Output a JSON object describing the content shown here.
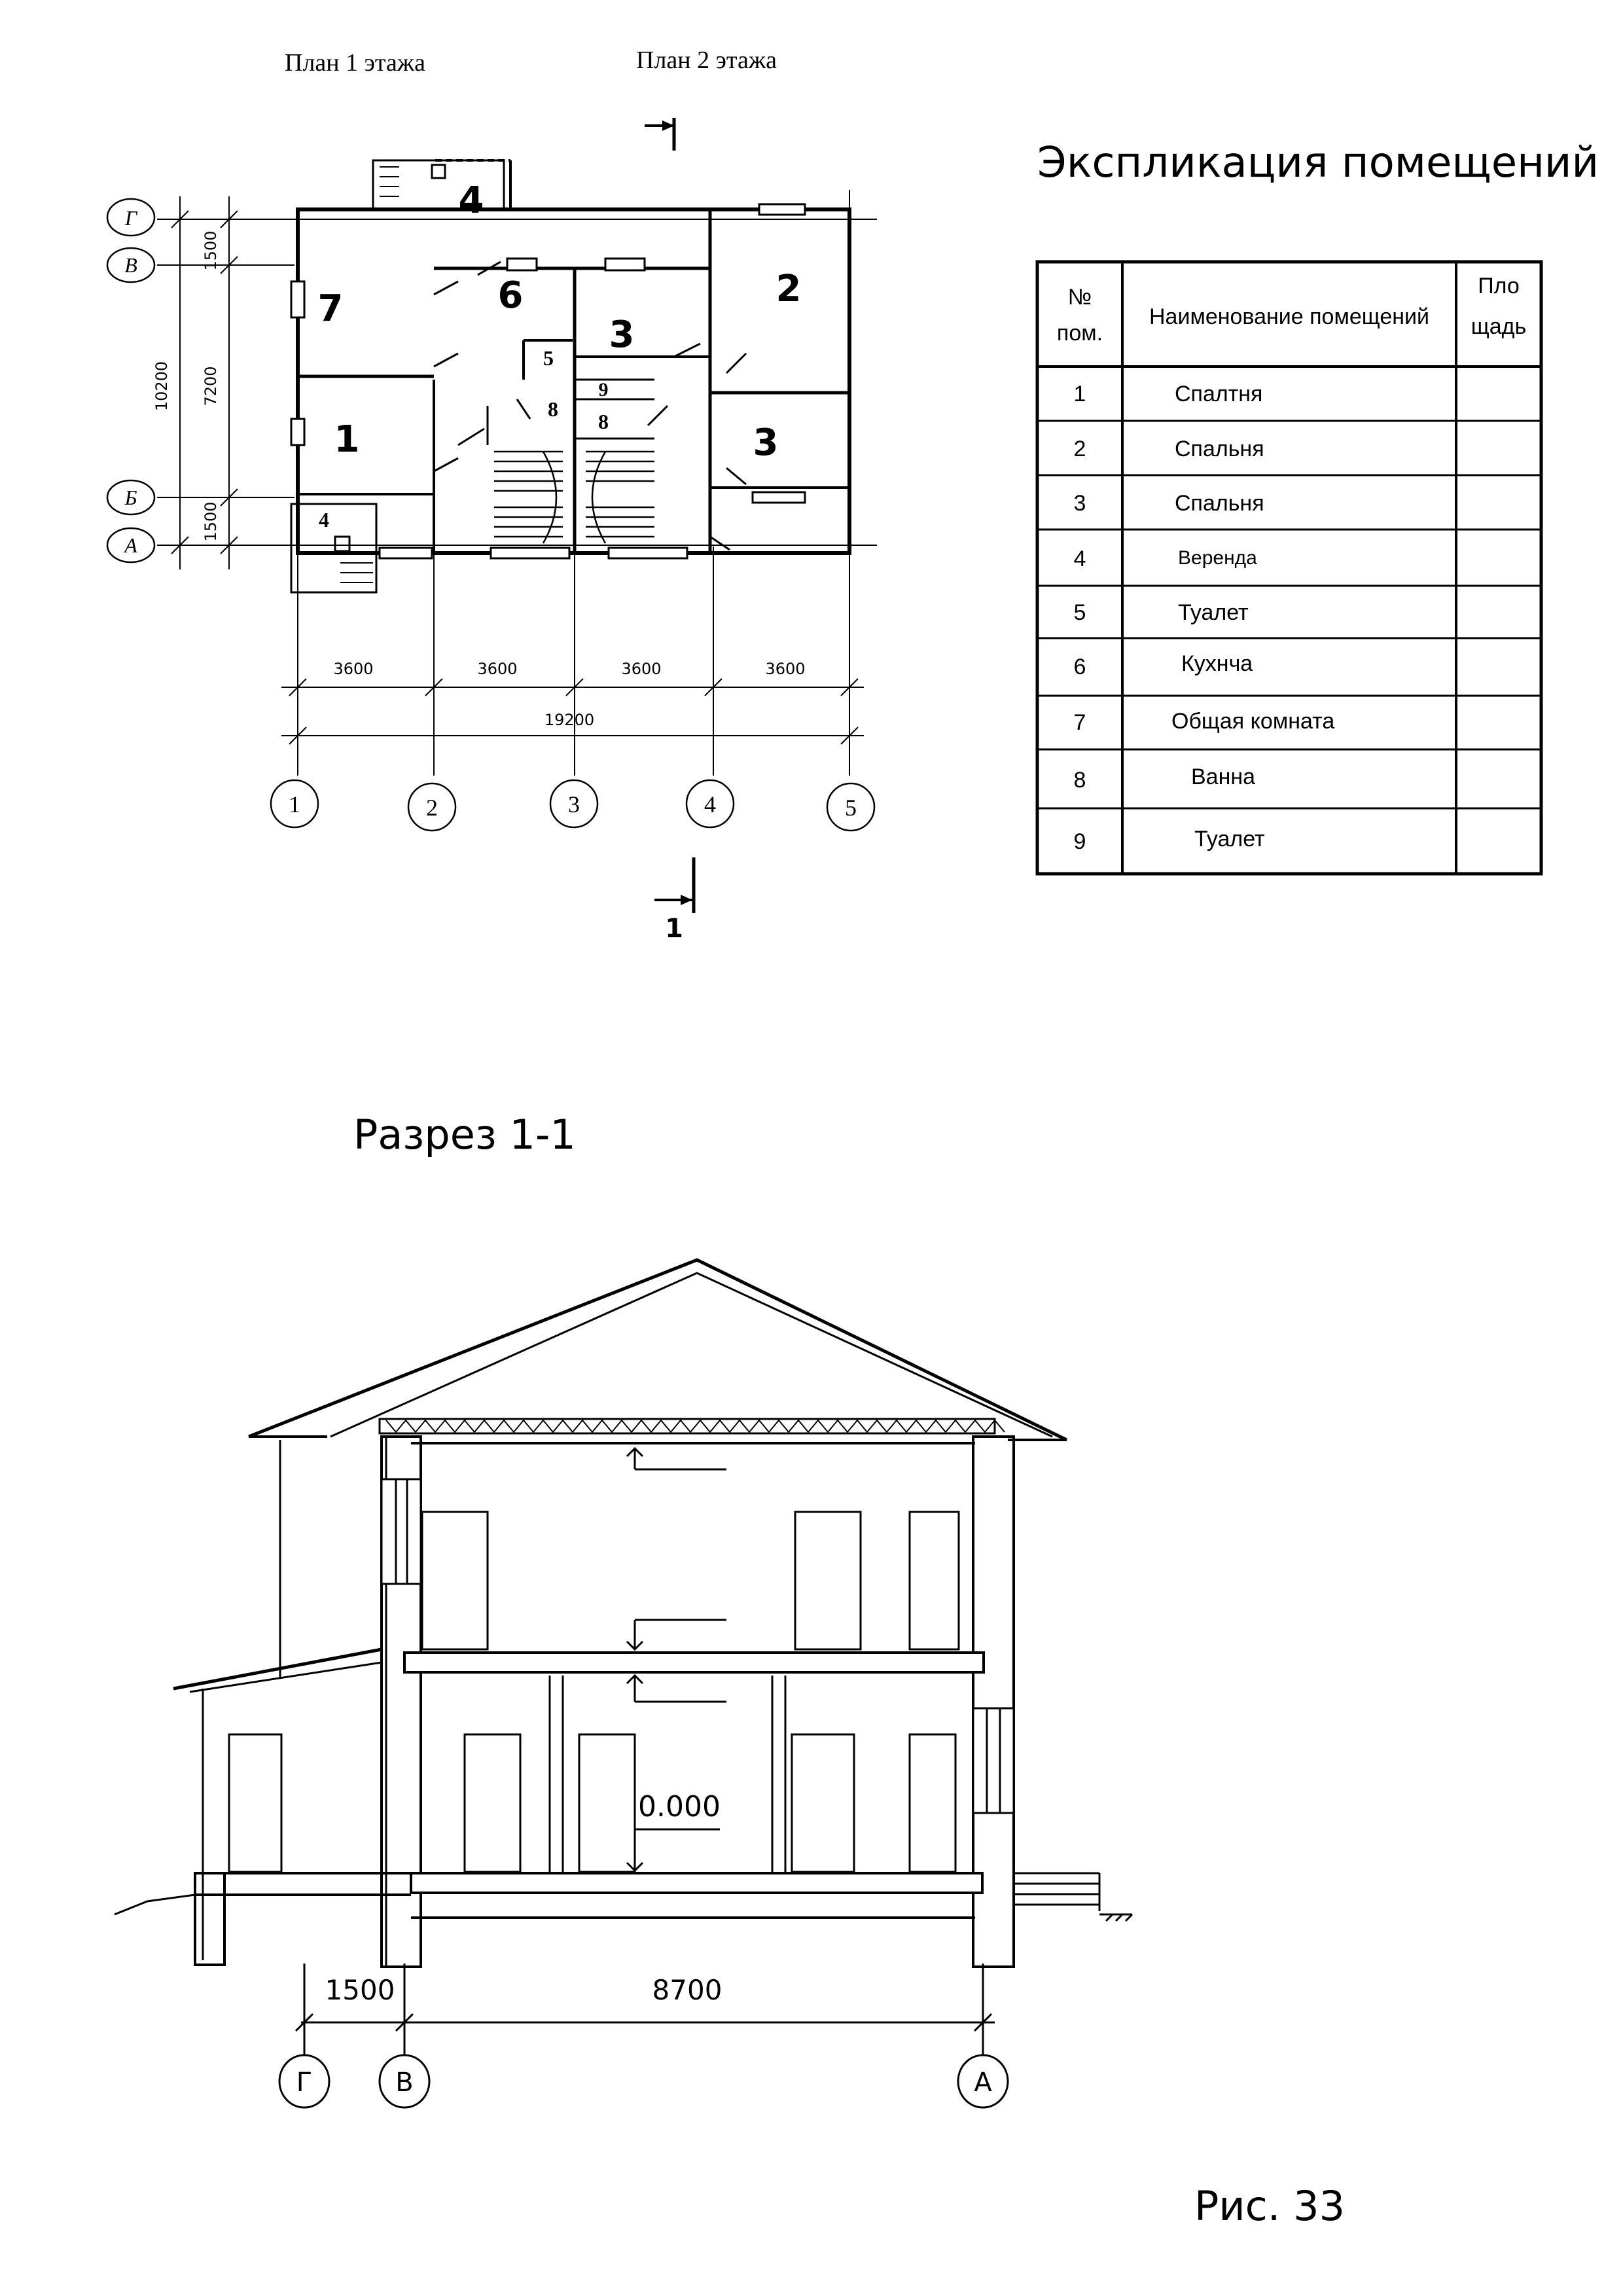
{
  "plan": {
    "floor1_label": "План 1 этажа",
    "floor2_label": "План 2 этажа",
    "axes_letters": [
      "Г",
      "В",
      "Б",
      "А"
    ],
    "axes_numbers": [
      "1",
      "2",
      "3",
      "4",
      "5"
    ],
    "dims_vertical": [
      "1500",
      "7200",
      "10200",
      "1500"
    ],
    "dims_horizontal": [
      "3600",
      "3600",
      "3600",
      "3600"
    ],
    "dim_total": "19200",
    "section_mark": "1",
    "room_numbers": {
      "r7": "7",
      "r6": "6",
      "r4_top": "4",
      "r3_left": "3",
      "r2": "2",
      "r1": "1",
      "r5": "5",
      "r8_a": "8",
      "r9": "9",
      "r8_b": "8",
      "r3_right": "3",
      "r4_bottom": "4"
    }
  },
  "explication": {
    "title": "Экспликация помещений",
    "headers": {
      "num": [
        "№",
        "пом."
      ],
      "name": "Наименование помещений",
      "area": [
        "Пло",
        "щадь"
      ]
    },
    "rows": [
      {
        "num": "1",
        "name": "Спалтня",
        "area": ""
      },
      {
        "num": "2",
        "name": "Спальня",
        "area": ""
      },
      {
        "num": "3",
        "name": "Спальня",
        "area": ""
      },
      {
        "num": "4",
        "name": "Веренда",
        "area": ""
      },
      {
        "num": "5",
        "name": "Туалет",
        "area": ""
      },
      {
        "num": "6",
        "name": "Кухнча",
        "area": ""
      },
      {
        "num": "7",
        "name": "Общая комната",
        "area": ""
      },
      {
        "num": "8",
        "name": "Ванна",
        "area": ""
      },
      {
        "num": "9",
        "name": "Туалет",
        "area": ""
      }
    ]
  },
  "section": {
    "title": "Разрез 1-1",
    "level_mark": "0.000",
    "dim_left": "1500",
    "dim_main": "8700",
    "axes": [
      "Г",
      "В",
      "А"
    ]
  },
  "figure": {
    "caption": "Рис. 33"
  }
}
